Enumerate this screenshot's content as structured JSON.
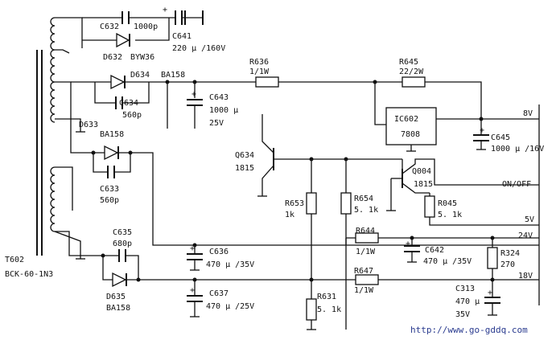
{
  "diagram": {
    "transformer": {
      "ref": "T602",
      "part": "BCK-60-1N3"
    },
    "components": {
      "C632": {
        "ref": "C632",
        "value": "1000p"
      },
      "C641": {
        "ref": "C641",
        "value": "220 μ /160V"
      },
      "D632": {
        "ref": "D632",
        "value": "BYW36"
      },
      "D634": {
        "ref": "D634",
        "value": "BA158"
      },
      "C634": {
        "ref": "C634",
        "value": "560p"
      },
      "C643": {
        "ref": "C643",
        "value1": "1000 μ",
        "value2": "25V"
      },
      "R636": {
        "ref": "R636",
        "value": "1/1W"
      },
      "R645": {
        "ref": "R645",
        "value": "22/2W"
      },
      "IC602": {
        "ref": "IC602",
        "value": "7808"
      },
      "C645": {
        "ref": "C645",
        "value": "1000 μ /16V"
      },
      "D633": {
        "ref": "D633",
        "value": "BA158"
      },
      "C633": {
        "ref": "C633",
        "value": "560p"
      },
      "Q634": {
        "ref": "Q634",
        "value": "1815"
      },
      "Q004": {
        "ref": "Q004",
        "value": "1815"
      },
      "R653": {
        "ref": "R653",
        "value": "1k"
      },
      "R654": {
        "ref": "R654",
        "value": "5. 1k"
      },
      "R045": {
        "ref": "R045",
        "value": "5. 1k"
      },
      "C635": {
        "ref": "C635",
        "value": "680p"
      },
      "D635": {
        "ref": "D635",
        "value": "BA158"
      },
      "C636": {
        "ref": "C636",
        "value": "470 μ /35V"
      },
      "R644": {
        "ref": "R644",
        "value": "1/1W"
      },
      "C642": {
        "ref": "C642",
        "value": "470 μ /35V"
      },
      "R324": {
        "ref": "R324",
        "value": "270"
      },
      "C637": {
        "ref": "C637",
        "value": "470 μ /25V"
      },
      "R647": {
        "ref": "R647",
        "value": "1/1W"
      },
      "R631": {
        "ref": "R631",
        "value": "5. 1k"
      },
      "C313": {
        "ref": "C313",
        "value1": "470 μ",
        "value2": "35V"
      }
    },
    "outputs": {
      "v8": "8V",
      "onoff": "ON/OFF",
      "v5": "5V",
      "v24": "24V",
      "v18": "18V"
    },
    "watermark": "http://www.go-gddq.com"
  }
}
